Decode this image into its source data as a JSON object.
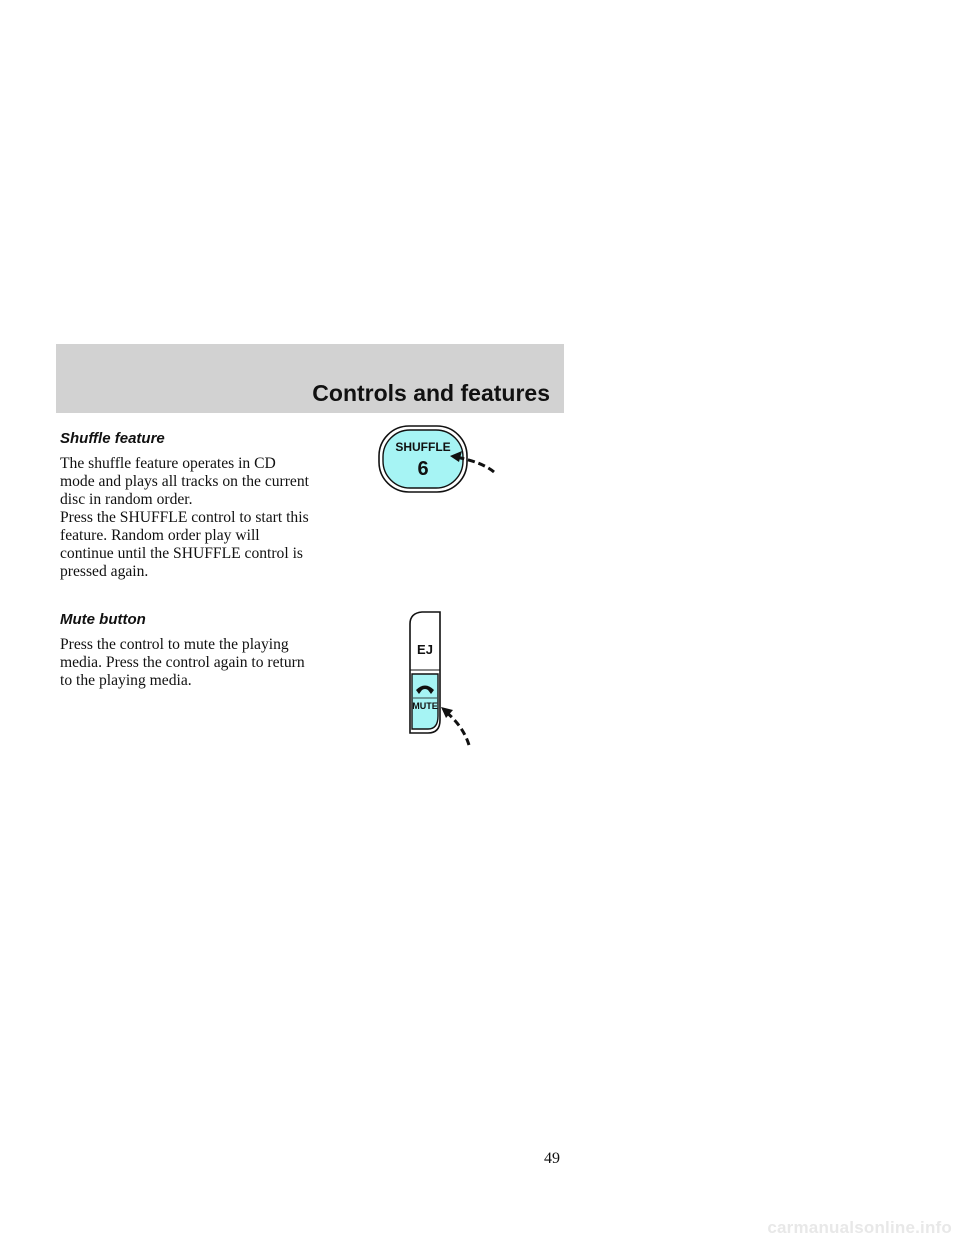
{
  "header": {
    "section_title": "Controls and features"
  },
  "shuffle": {
    "heading": "Shuffle feature",
    "paragraphs": [
      "The shuffle feature operates in CD mode and plays all tracks on the current disc in random order.",
      "Press the SHUFFLE control to start this feature. Random order play will continue until the SHUFFLE control is pressed again."
    ],
    "button_label": "SHUFFLE",
    "button_number": "6"
  },
  "mute": {
    "heading": "Mute button",
    "paragraphs": [
      "Press the control to mute the playing media. Press the control again to return to the playing media."
    ],
    "eject_label": "EJ",
    "mute_label": "MUTE",
    "icon": "phone-handset-icon"
  },
  "colors": {
    "button_fill": "#a6f4f4",
    "header_band": "#d2d2d2"
  },
  "footer": {
    "page_number": "49",
    "watermark": "carmanualsonline.info"
  }
}
